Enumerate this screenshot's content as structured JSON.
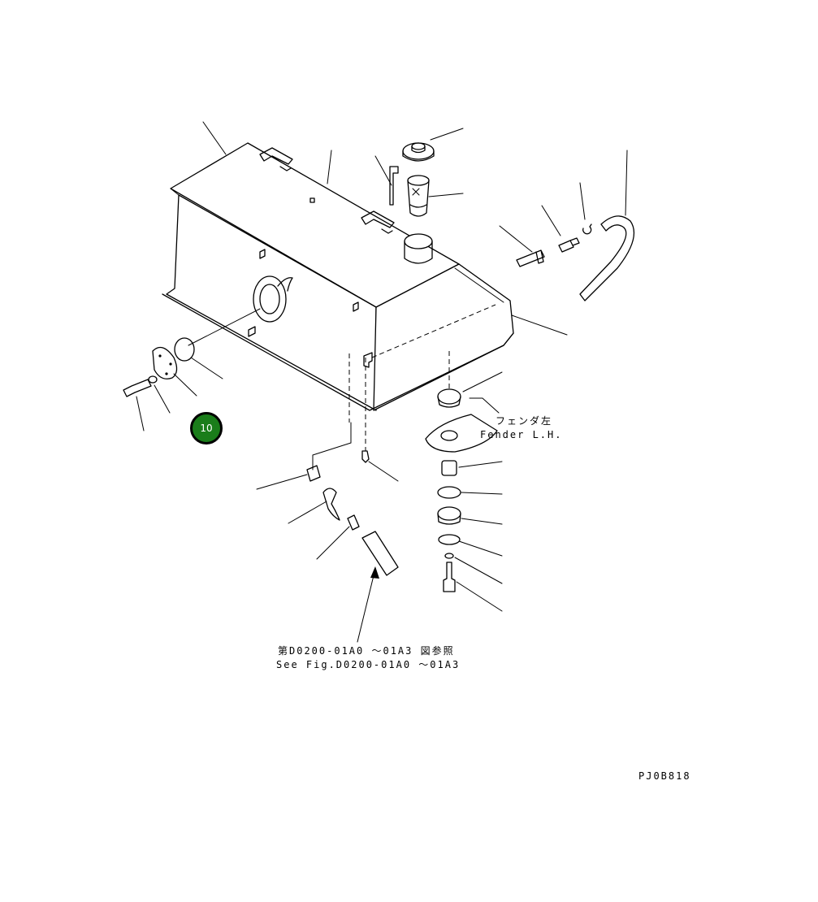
{
  "labels": {
    "fender_jp": "フェンダ左",
    "fender_en": "Fender L.H.",
    "see_fig_jp": "第D0200-01A0 ～01A3 図参照",
    "see_fig_en": "See Fig.D0200-01A0 ～01A3",
    "drawing_code": "PJ0B818"
  },
  "callout": {
    "number": "10",
    "color": "#1a7d1a"
  }
}
